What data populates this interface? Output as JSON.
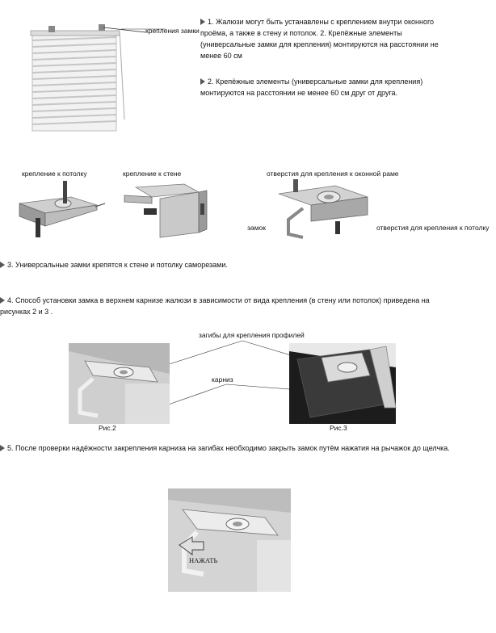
{
  "labels": {
    "lock": "крепления замки",
    "ceiling": "крепление к потолку",
    "wall": "крепление к стене",
    "frame_hole": "отверстия для крепления к оконной раме",
    "zamok": "замок",
    "ceiling_hole": "отверстия для крепления к потолку",
    "bends": "загибы для крепления профилей",
    "cornice": "карниз",
    "fig2": "Рис.2",
    "fig3": "Рис.3",
    "press": "НАЖАТЬ"
  },
  "steps": {
    "s1": "1. Жалюзи могут быть устанавлены с креплением внутри оконного проёма, а также в стену и  потолок. 2. Крепёжные элементы (универсальные замки для крепления) монтируются на расстоянии не менее 60 см",
    "s2": "2. Крепёжные элементы (универсальные замки для крепления) монтируются на расстоянии не менее 60 см друг от друга.",
    "s3": "3. Универсальные замки крепятся к стене и потолку саморезами.",
    "s4": "4. Способ установки замка в верхнем карнизе жалюзи в зависимости от вида крепления    (в стену или потолок) приведена на рисунках 2 и 3 .",
    "s5": "5. После проверки надёжности закрепления карниза на загибах необходимо закрыть замок путём нажатия на рычажок до щелчка."
  }
}
